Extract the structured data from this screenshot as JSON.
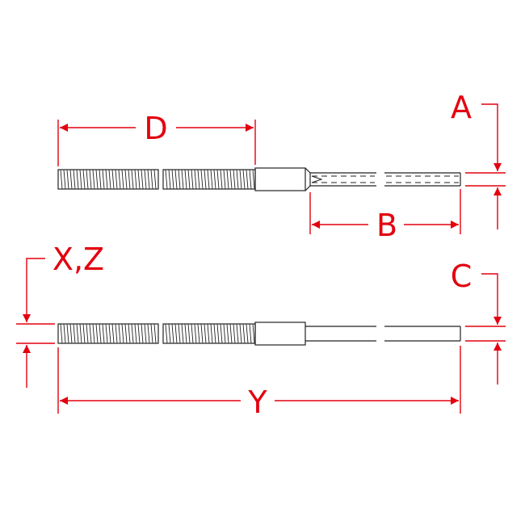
{
  "labels": {
    "d": "D",
    "a": "A",
    "b": "B",
    "xz": "X,Z",
    "c": "C",
    "y": "Y"
  },
  "colors": {
    "dimension": "#e3000f",
    "part": "#222222"
  }
}
